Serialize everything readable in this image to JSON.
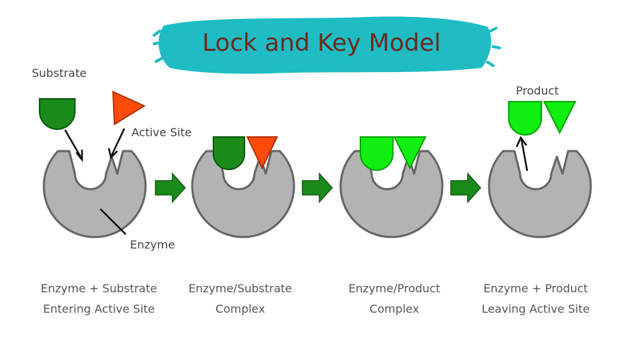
{
  "title": "Lock and Key Model",
  "labels": {
    "substrate": "Substrate",
    "active_site": "Active Site",
    "enzyme": "Enzyme",
    "product": "Product"
  },
  "stages": [
    {
      "line1": "Enzyme + Substrate",
      "line2": "Entering Active Site"
    },
    {
      "line1": "Enzyme/Substrate",
      "line2": "Complex"
    },
    {
      "line1": "Enzyme/Product",
      "line2": "Complex"
    },
    {
      "line1": "Enzyme + Product",
      "line2": "Leaving Active Site"
    }
  ],
  "colors": {
    "title_band": "#1fbcc4",
    "title_text": "#6b2a1e",
    "enzyme_fill": "#b3b3b3",
    "enzyme_stroke": "#666666",
    "substrate_dark_green": "#1a8a1a",
    "substrate_orange": "#ff4b0a",
    "product_bright_green": "#11ee11",
    "arrow_green": "#1a8a1a"
  }
}
